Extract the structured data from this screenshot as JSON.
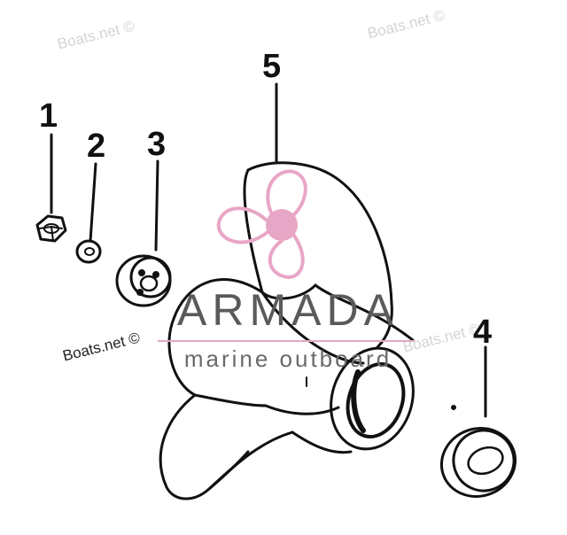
{
  "watermarks": [
    "Boats.net ©",
    "Boats.net ©",
    "Boats.net ©",
    "Boats.net ©"
  ],
  "brand": {
    "name": "ARMADA",
    "tagline": "marine outboard",
    "logo_color": "#e8a6c6"
  },
  "callouts": [
    "1",
    "2",
    "3",
    "4",
    "5"
  ],
  "parts": [
    "nut",
    "washer",
    "thrust-hub",
    "thrust-washer",
    "propeller"
  ]
}
